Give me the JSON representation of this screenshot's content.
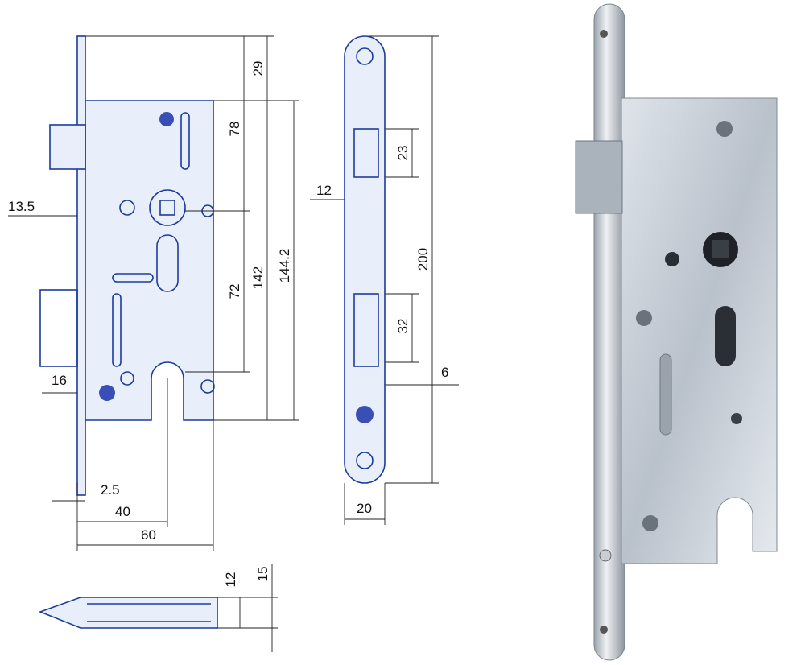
{
  "drawing": {
    "side_view_dims": {
      "top_offset": "29",
      "latch_to_spindle": "78",
      "spindle_to_cylinder": "72",
      "body_height": "142",
      "body_height_full": "144.2",
      "latch_projection": "13.5",
      "bolt_projection": "16",
      "plate_thickness": "2.5",
      "backset": "40",
      "body_depth": "60"
    },
    "bottom_view_dims": {
      "inner": "12",
      "outer": "15"
    },
    "faceplate_dims": {
      "latch_slot": "23",
      "slot_offset": "12",
      "length": "200",
      "bolt_slot": "32",
      "offset": "6",
      "width": "20"
    }
  },
  "colors": {
    "line": "#1c3c9c",
    "dimension": "#222222"
  }
}
